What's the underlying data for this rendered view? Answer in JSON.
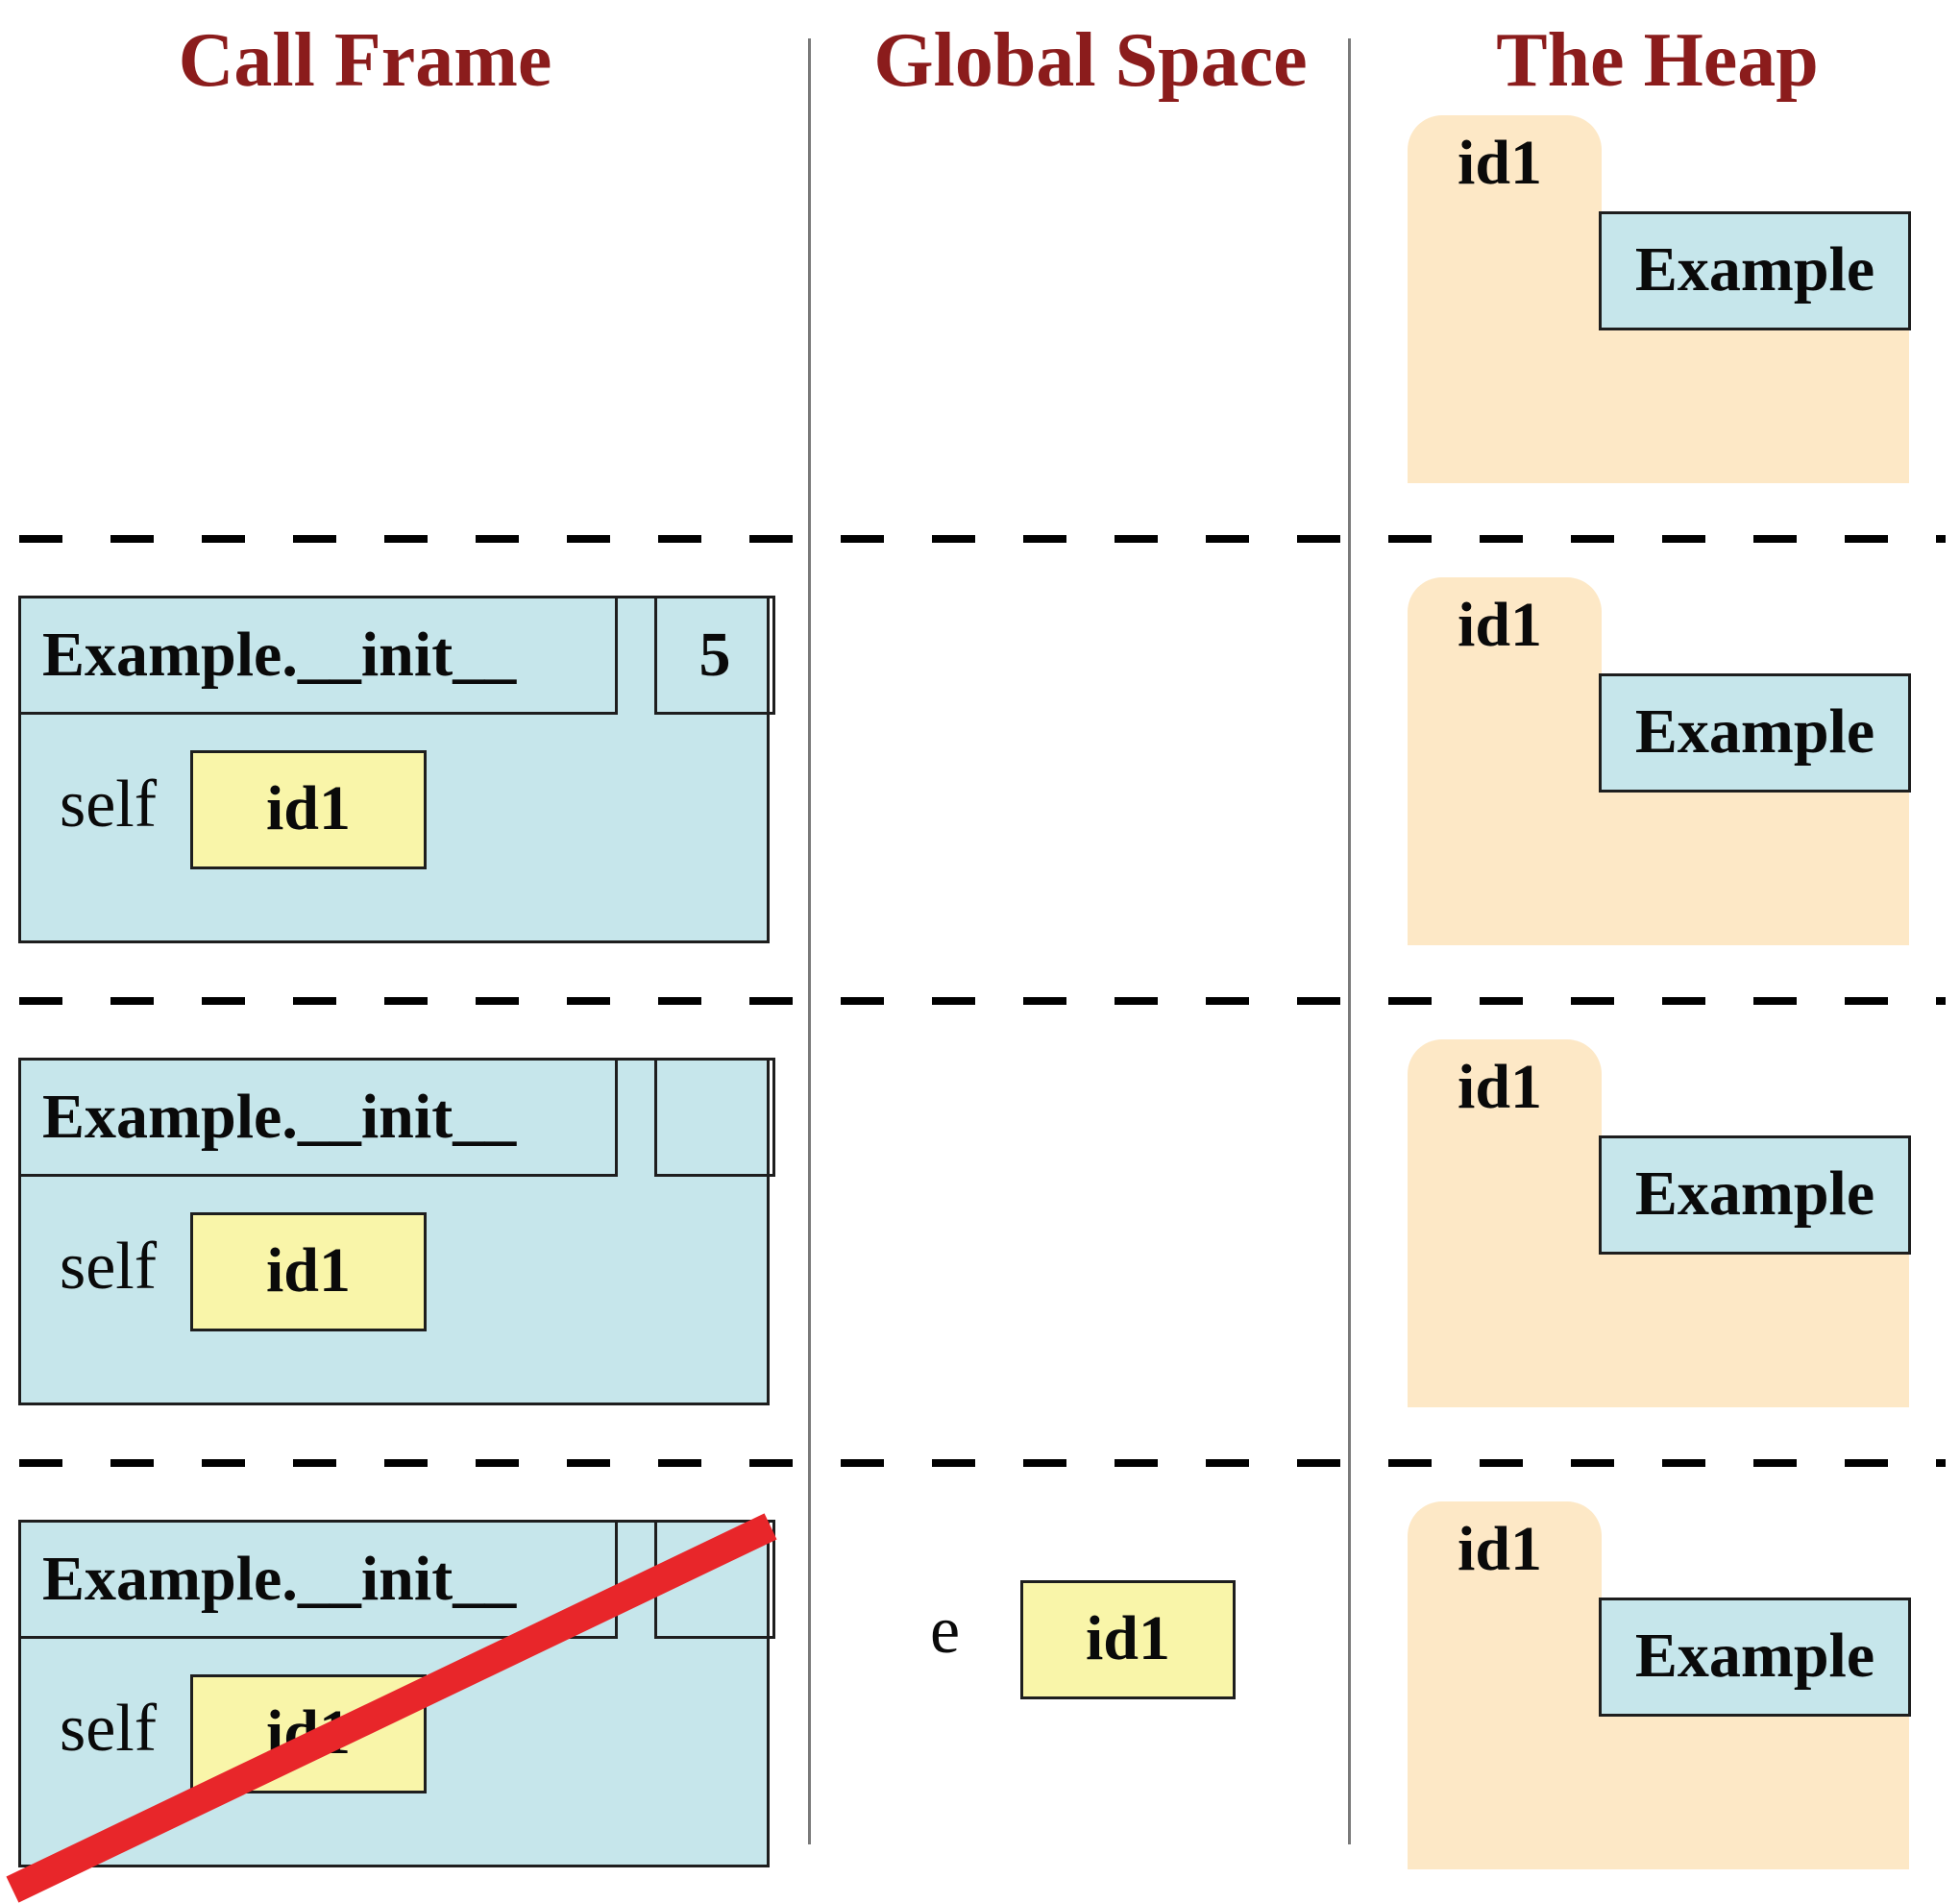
{
  "headers": {
    "call_frame": "Call Frame",
    "global_space": "Global Space",
    "the_heap": "The Heap"
  },
  "frames": [
    {
      "function": "Example.__init__",
      "line": "5",
      "var_name": "self",
      "var_value": "id1",
      "crossed_out": false
    },
    {
      "function": "Example.__init__",
      "line": "",
      "var_name": "self",
      "var_value": "id1",
      "crossed_out": false
    },
    {
      "function": "Example.__init__",
      "line": "",
      "var_name": "self",
      "var_value": "id1",
      "crossed_out": true
    }
  ],
  "global_var": {
    "name": "e",
    "value": "id1"
  },
  "heap_objects": [
    {
      "id": "id1",
      "type": "Example"
    },
    {
      "id": "id1",
      "type": "Example"
    },
    {
      "id": "id1",
      "type": "Example"
    },
    {
      "id": "id1",
      "type": "Example"
    }
  ],
  "colors": {
    "header": "#8b1c1c",
    "frame_fill": "#c6e6eb",
    "id_fill": "#f9f5a9",
    "heap_fill": "#fde8c6",
    "strike": "#e8262a"
  }
}
